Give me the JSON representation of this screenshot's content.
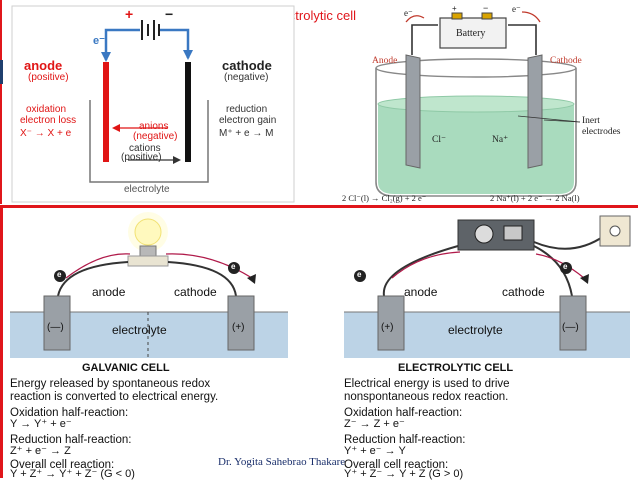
{
  "slide_title": "Electrolytic cell",
  "footer": "Dr. Yogita Sahebrao Thakare",
  "left_diagram": {
    "electron": "e⁻",
    "plus": "+",
    "minus": "−",
    "anode_label": "anode",
    "anode_sub": "(positive)",
    "cathode_label": "cathode",
    "cathode_sub": "(negative)",
    "oxidation": "oxidation",
    "electron_loss": "electron loss",
    "ox_eq": "X⁻ → X + e",
    "reduction": "reduction",
    "electron_gain": "electron gain",
    "red_eq": "M⁺ + e → M",
    "anions": "anions",
    "anions_sub": "(negative)",
    "cations": "cations",
    "cations_sub": "(positive)",
    "electrolyte": "electrolyte"
  },
  "right_diagram": {
    "e_left": "e⁻",
    "e_right": "e⁻",
    "battery": "Battery",
    "plus": "+",
    "minus": "−",
    "anode": "Anode",
    "cathode": "Cathode",
    "cl": "Cl⁻",
    "na": "Na⁺",
    "inert": "Inert",
    "electrodes": "electrodes",
    "eq_left": "2 Cl⁻(l) → Cl₂(g) + 2 e⁻",
    "eq_right": "2 Na⁺(l) + 2 e⁻ → 2 Na(l)"
  },
  "galvanic": {
    "e1": "e",
    "e2": "e",
    "anode": "anode",
    "cathode": "cathode",
    "left_sign": "(—)",
    "right_sign": "(+)",
    "electrolyte": "electrolyte",
    "heading": "GALVANIC CELL",
    "desc1": "Energy released by spontaneous redox",
    "desc2": "reaction is converted to electrical energy.",
    "ox_title": "Oxidation half-reaction:",
    "ox_eq": "Y → Y⁺ + e⁻",
    "red_title": "Reduction half-reaction:",
    "red_eq": "Z⁺ + e⁻ → Z",
    "overall_title": "Overall cell reaction:",
    "overall_eq": "Y + Z⁺ → Y⁺ + Z⁻ (G < 0)"
  },
  "electrolytic": {
    "e1": "e",
    "e2": "e",
    "anode": "anode",
    "cathode": "cathode",
    "left_sign": "(+)",
    "right_sign": "(—)",
    "electrolyte": "electrolyte",
    "heading": "ELECTROLYTIC CELL",
    "desc1": "Electrical energy is used to drive",
    "desc2": "nonspontaneous redox reaction.",
    "ox_title": "Oxidation half-reaction:",
    "ox_eq": "Z⁻ → Z + e⁻",
    "red_title": "Reduction half-reaction:",
    "red_eq": "Y⁺ + e⁻ → Y",
    "overall_title": "Overall cell reaction:",
    "overall_eq": "Y⁺ + Z⁻ → Y + Z (G > 0)"
  },
  "colors": {
    "red": "#e0161b",
    "water": "#bcd3e6",
    "green_solution": "#a9dbbe",
    "electrode": "#9aa0a6",
    "footer_blue": "#1a2f6b"
  }
}
